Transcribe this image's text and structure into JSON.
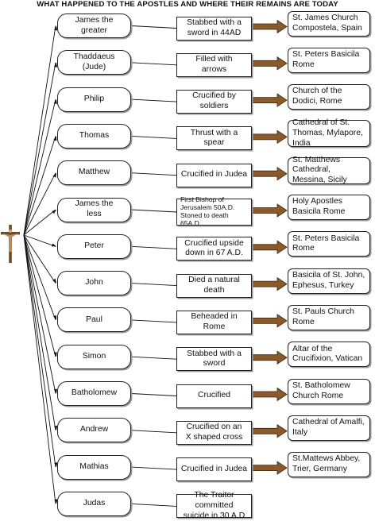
{
  "title": "WHAT HAPPENED TO THE APOSTLES AND WHERE THEIR REMAINS ARE TODAY",
  "crucifix_icon": "crucifix-icon",
  "colors": {
    "arrow_fill": "#8a5a2b",
    "arrow_outline": "#3b2410",
    "line": "#111111",
    "shadow": "#9a9a9a"
  },
  "rows": [
    {
      "name": "James the\ngreater",
      "fate": "Stabbed with a\nsword in 44AD",
      "remains": "St. James Church\nCompostela, Spain"
    },
    {
      "name": "Thaddaeus\n(Jude)",
      "fate": "Filled with\narrows",
      "remains": "St. Peters Basicila\nRome"
    },
    {
      "name": "Philip",
      "fate": "Crucified by\nsoldiers",
      "remains": "Church of the\nDodici, Rome"
    },
    {
      "name": "Thomas",
      "fate": "Thrust with a\nspear",
      "remains": "Cathedral of St.\nThomas, Mylapore,\nIndia"
    },
    {
      "name": "Matthew",
      "fate": "Crucified in Judea",
      "remains": "St. Matthews\nCathedral,\nMessina, Sicily"
    },
    {
      "name": "James the\nless",
      "fate": "First Bishop of\nJerusalem 50A.D.\nStoned to death 65A.D.",
      "remains": "Holy Apostles\nBasicila Rome"
    },
    {
      "name": "Peter",
      "fate": "Crucified upside\ndown in 67 A.D.",
      "remains": "St. Peters Basicila\nRome"
    },
    {
      "name": "John",
      "fate": "Died a natural\ndeath",
      "remains": "Basicila of St. John,\nEphesus, Turkey"
    },
    {
      "name": "Paul",
      "fate": "Beheaded in\nRome",
      "remains": "St. Pauls Church\nRome"
    },
    {
      "name": "Simon",
      "fate": "Stabbed with a\nsword",
      "remains": "Altar of the\nCrucifixion, Vatican"
    },
    {
      "name": "Batholomew",
      "fate": "Crucified",
      "remains": "St. Batholomew\nChurch Rome"
    },
    {
      "name": "Andrew",
      "fate": "Crucified on an\nX shaped cross",
      "remains": "Cathedral of Amalfi,\nItaly"
    },
    {
      "name": "Mathias",
      "fate": "Crucified in Judea",
      "remains": "St.Mattews Abbey,\nTrier, Germany"
    },
    {
      "name": "Judas",
      "fate": "The Traitor committed\nsuicide in 30 A.D",
      "remains": ""
    }
  ]
}
